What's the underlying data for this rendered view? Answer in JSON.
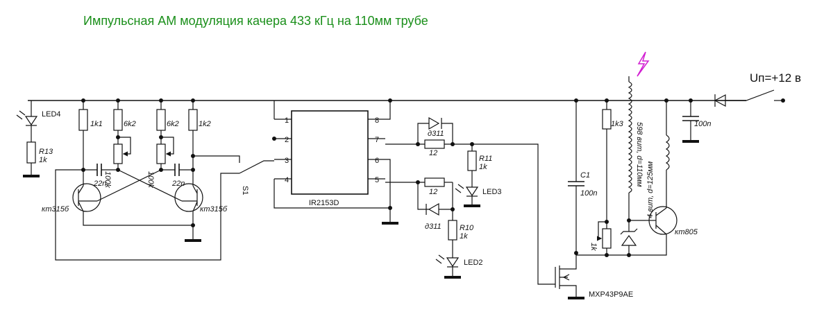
{
  "title": "Импульсная АМ модуляция качера 433 кГц на 110мм трубе",
  "supply": "Uп=+12 в",
  "components": {
    "led4": "LED4",
    "r13": "R13",
    "r13_val": "1k",
    "r1k1": "1k1",
    "r6k2a": "6k2",
    "r6k2b": "6k2",
    "r1k2": "1k2",
    "pot100k_a": "100k",
    "pot100k_b": "100k",
    "c22n_a": "22n",
    "c22n_b": "22n",
    "q1": "кт315б",
    "q2": "кт315б",
    "s1": "S1",
    "ic": "IR2153D",
    "pin1": "1",
    "pin2": "2",
    "pin3": "3",
    "pin4": "4",
    "pin5": "5",
    "pin6": "6",
    "pin7": "7",
    "pin8": "8",
    "d311a": "д311",
    "d311b": "д311",
    "r12a": "12",
    "r12b": "12",
    "r11": "R11",
    "r11_val": "1k",
    "r10": "R10",
    "r10_val": "1k",
    "led3": "LED3",
    "led2": "LED2",
    "c1": "C1",
    "c1_val": "100n",
    "r1k3": "1k3",
    "r1k_pot": "1k",
    "coil_main": "598 вит, d=110мм",
    "coil_small": "4 вит, d=125мм",
    "q3": "кт805",
    "mosfet": "MXP43P9AE",
    "c100n": "100n"
  }
}
